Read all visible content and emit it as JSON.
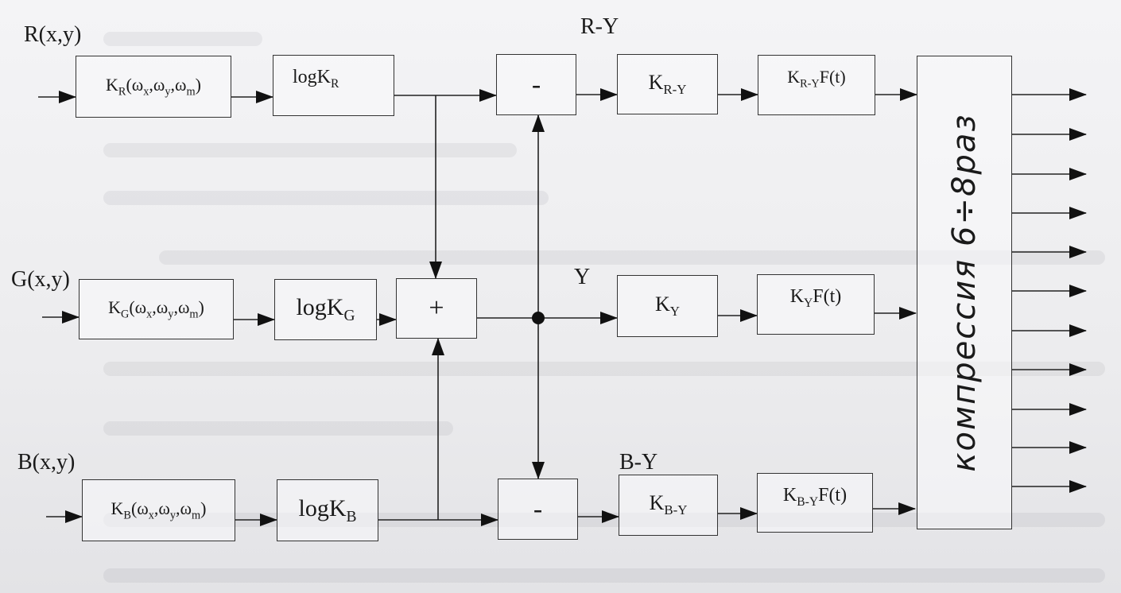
{
  "inputs": {
    "r": "R(x,y)",
    "g": "G(x,y)",
    "b": "B(x,y)"
  },
  "filters": {
    "r": {
      "main": "K",
      "sub": "R",
      "args": "(ω",
      "a1": "x",
      "a2": "y",
      "a3": "m"
    },
    "g": {
      "main": "K",
      "sub": "G",
      "a1": "x",
      "a2": "y",
      "a3": "m"
    },
    "b": {
      "main": "K",
      "sub": "B",
      "a1": "x",
      "a2": "y",
      "a3": "m"
    }
  },
  "log_blocks": {
    "r": {
      "main": "logK",
      "sub": "R"
    },
    "g": {
      "main": "logK",
      "sub": "G"
    },
    "b": {
      "main": "logK",
      "sub": "B"
    }
  },
  "ops": {
    "sub_top": "-",
    "sum": "+",
    "sub_bottom": "-"
  },
  "signals": {
    "ry": "R-Y",
    "y": "Y",
    "by": "B-Y"
  },
  "gain_blocks": {
    "ry": {
      "main": "K",
      "sub": "R-Y"
    },
    "y": {
      "main": "K",
      "sub": "Y"
    },
    "by": {
      "main": "K",
      "sub": "B-Y"
    }
  },
  "temporal_blocks": {
    "ry": {
      "main": "K",
      "sub": "R-Y",
      "tail": "F(t)"
    },
    "y": {
      "main": "K",
      "sub": "Y",
      "tail": "F(t)"
    },
    "by": {
      "main": "K",
      "sub": "B-Y",
      "tail": "F(t)"
    }
  },
  "compression": {
    "label": "компрессия 6÷8раз"
  }
}
